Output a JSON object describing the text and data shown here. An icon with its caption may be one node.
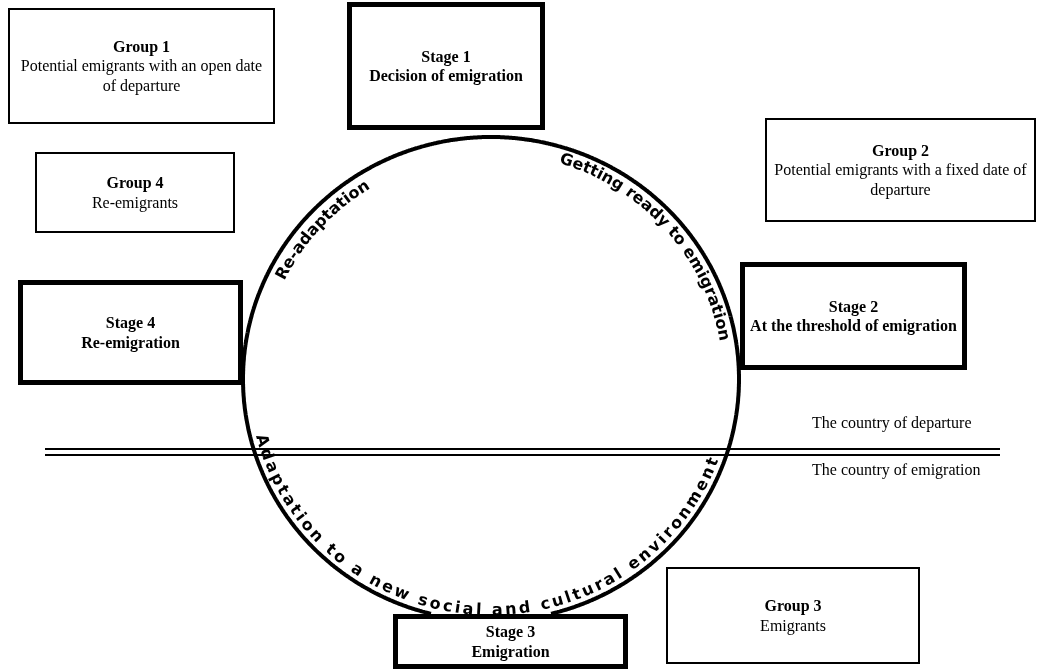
{
  "diagram": {
    "nodes": [
      {
        "text": [
          "Stage 1",
          "Decision of emigration"
        ]
      },
      {
        "text": [
          "Group 1",
          "Potential emigrants with an open date of departure"
        ]
      },
      {
        "text": [
          "Group 2",
          "Potential emigrants with a fixed date of departure"
        ]
      },
      {
        "text": [
          "Group 4",
          "Re-emigrants"
        ]
      },
      {
        "text": [
          "Stage 2",
          "At the threshold of emigration"
        ]
      },
      {
        "text": [
          "Stage 4",
          "Re-emigration"
        ]
      },
      {
        "text": [
          "Group 3",
          "Emigrants"
        ]
      },
      {
        "text": [
          "Stage 3",
          "Emigration"
        ]
      }
    ],
    "edges": [
      {
        "from": 0,
        "to": 4,
        "arrow": "none",
        "label": "Getting ready to emigration"
      },
      {
        "from": 4,
        "to": 7,
        "arrow": "none"
      },
      {
        "from": 7,
        "to": 5,
        "arrow": "none"
      },
      {
        "from": 5,
        "to": 0,
        "arrow": "none",
        "label": "Re-adaptation"
      }
    ],
    "labels": [
      "Adaptation to a new social and cultural environment",
      "The country of departure",
      "The country of emigration"
    ]
  }
}
